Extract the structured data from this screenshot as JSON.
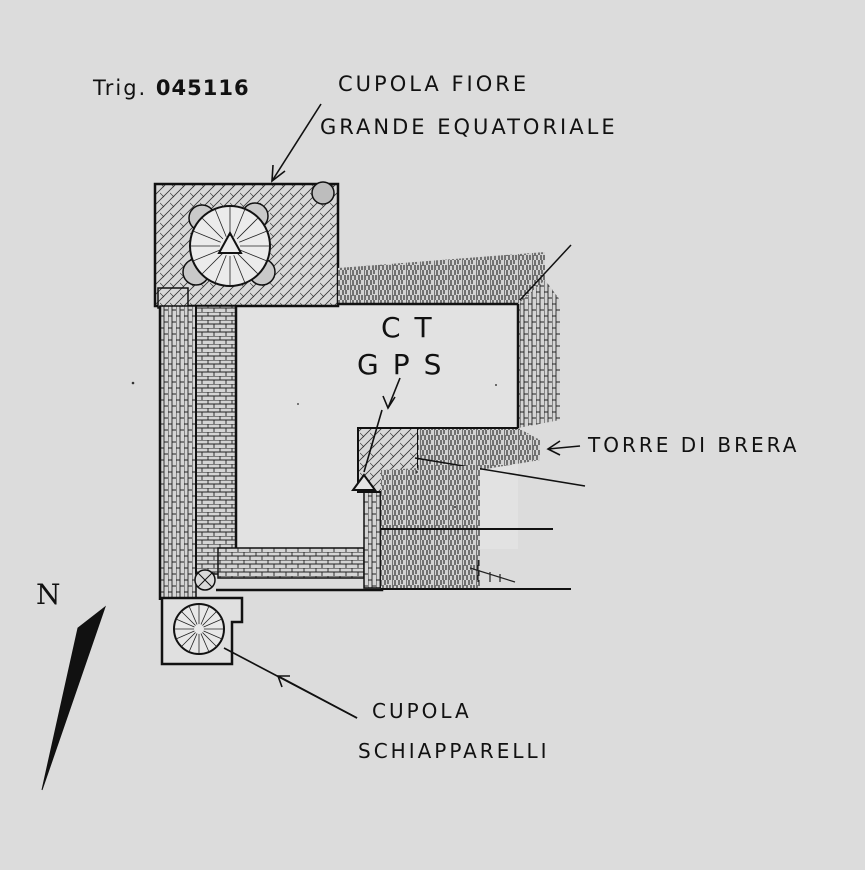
{
  "labels": {
    "trig_prefix": "Trig.",
    "trig_number": "045116",
    "cupola_fiore_line1": "CUPOLA FIORE",
    "cupola_fiore_line2": "GRANDE EQUATORIALE",
    "ct": "CT",
    "gps": "GPS",
    "torre": "TORRE DI BRERA",
    "cupola_schiapparelli_line1": "CUPOLA",
    "cupola_schiapparelli_line2": "SCHIAPPARELLI",
    "north": "N"
  },
  "colors": {
    "background": "#dcdcdc",
    "ink": "#111111",
    "wall_fill": "#cfcfcf",
    "courtyard": "#e2e2e2"
  }
}
